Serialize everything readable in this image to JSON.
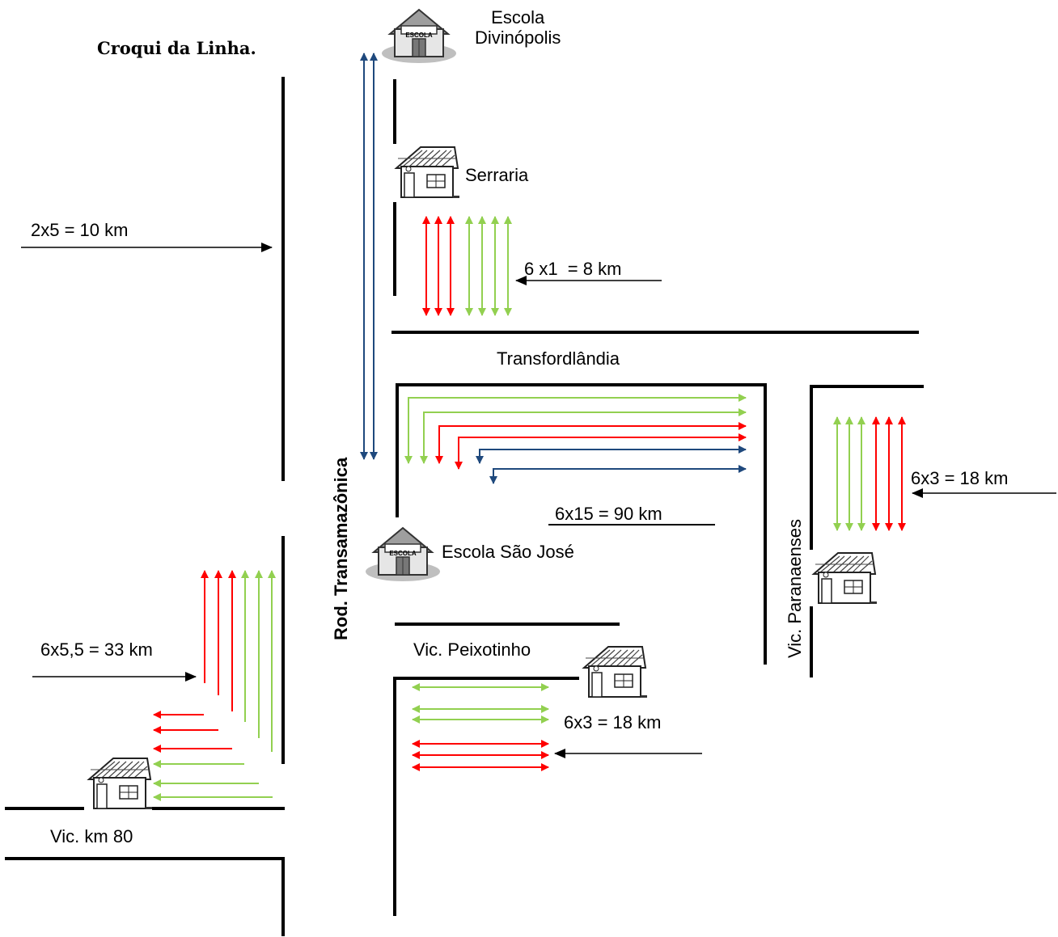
{
  "title": "Croqui da Linha.",
  "labels": {
    "escola_divinopolis_1": "Escola",
    "escola_divinopolis_2": "Divinópolis",
    "serraria": "Serraria",
    "dist_trunk": "2x5 = 10 km",
    "dist_serraria": "6 x1  = 8 km",
    "transfordlandia": "Transfordlândia",
    "dist_transfordlandia": "6x15 = 90 km",
    "dist_paranaenses": "6x3 = 18 km",
    "escola_sao_jose": "Escola São José",
    "rodovia": "Rod. Transamazônica",
    "vic_paranaenses": "Vic. Paranaenses",
    "vic_peixotinho": "Vic. Peixotinho",
    "dist_peixotinho": "6x3 = 18 km",
    "dist_km80": "6x5,5 = 33 km",
    "vic_km80": "Vic. km 80",
    "school_sign": "ESCOLA"
  },
  "colors": {
    "red": "#ff0000",
    "green": "#92d050",
    "blue": "#1f497d",
    "road": "#000000"
  },
  "icons": [
    "school-icon",
    "house-icon"
  ]
}
